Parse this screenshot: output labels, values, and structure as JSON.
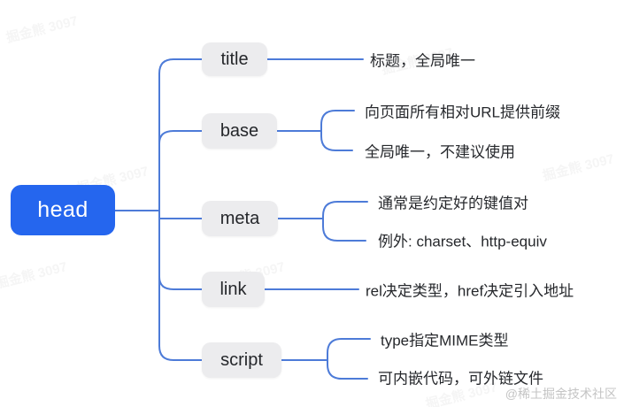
{
  "root": {
    "label": "head"
  },
  "branches": [
    {
      "label": "title",
      "notes": [
        "标题，全局唯一"
      ]
    },
    {
      "label": "base",
      "notes": [
        "向页面所有相对URL提供前缀",
        "全局唯一，不建议使用"
      ]
    },
    {
      "label": "meta",
      "notes": [
        "通常是约定好的键值对",
        "例外: charset、http-equiv"
      ]
    },
    {
      "label": "link",
      "notes": [
        "rel决定类型，href决定引入地址"
      ]
    },
    {
      "label": "script",
      "notes": [
        "type指定MIME类型",
        "可内嵌代码，可外链文件"
      ]
    }
  ],
  "watermark": {
    "corner": "@稀土掘金技术社区",
    "diagonal": "掘金熊 3097"
  },
  "colors": {
    "accent": "#2566ee",
    "edge": "#4d7bd8",
    "node_bg": "#ececee",
    "node_text": "#25272b",
    "note_text": "#26282c",
    "watermark": "#c4c4c4"
  }
}
